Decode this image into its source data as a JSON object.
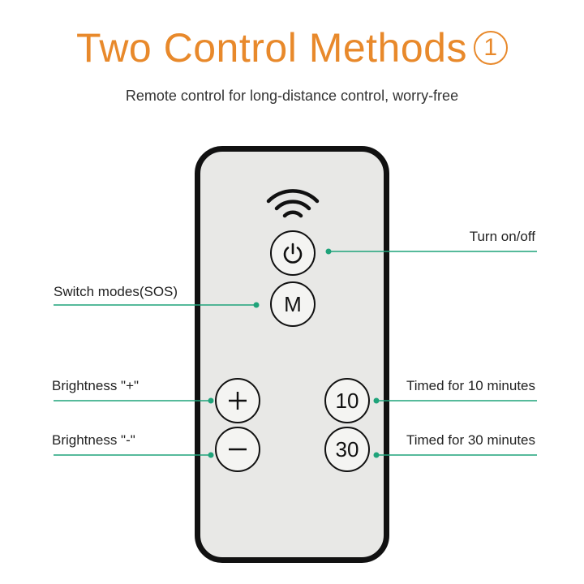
{
  "header": {
    "title": "Two Control Methods",
    "title_badge": "1",
    "subtitle": "Remote control for long-distance control, worry-free"
  },
  "remote": {
    "buttons": {
      "mode": "M",
      "ten": "10",
      "thirty": "30"
    },
    "icons": [
      "wifi-signal-icon",
      "power-icon",
      "plus-icon",
      "minus-icon"
    ]
  },
  "labels": {
    "power": "Turn on/off",
    "mode": "Switch modes(SOS)",
    "brightness_up": "Brightness \"+\"",
    "brightness_down": "Brightness \"-\"",
    "timer_10": "Timed for 10 minutes",
    "timer_30": "Timed for 30 minutes"
  },
  "colors": {
    "title": "#E8892B",
    "leader_line": "#1FA37A",
    "remote_body": "#E8E8E6",
    "remote_border": "#111111"
  }
}
